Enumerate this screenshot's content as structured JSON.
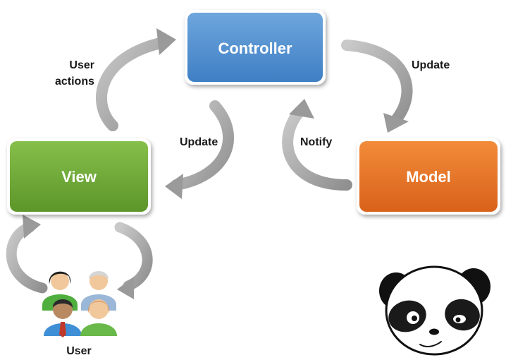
{
  "nodes": {
    "controller": {
      "label": "Controller",
      "color_top": "#6ea6dd",
      "color_bottom": "#3f7fc4"
    },
    "view": {
      "label": "View",
      "color_top": "#86bf4a",
      "color_bottom": "#5c962a"
    },
    "model": {
      "label": "Model",
      "color_top": "#f28c3a",
      "color_bottom": "#d9611a"
    }
  },
  "edges": {
    "user_actions": {
      "line1": "User",
      "line2": "actions"
    },
    "update_view": "Update",
    "update_model": "Update",
    "notify": "Notify"
  },
  "users": {
    "label": "User"
  },
  "icons": {
    "mascot": "panda-face-icon",
    "arrow_color": "#a8a8a8"
  }
}
